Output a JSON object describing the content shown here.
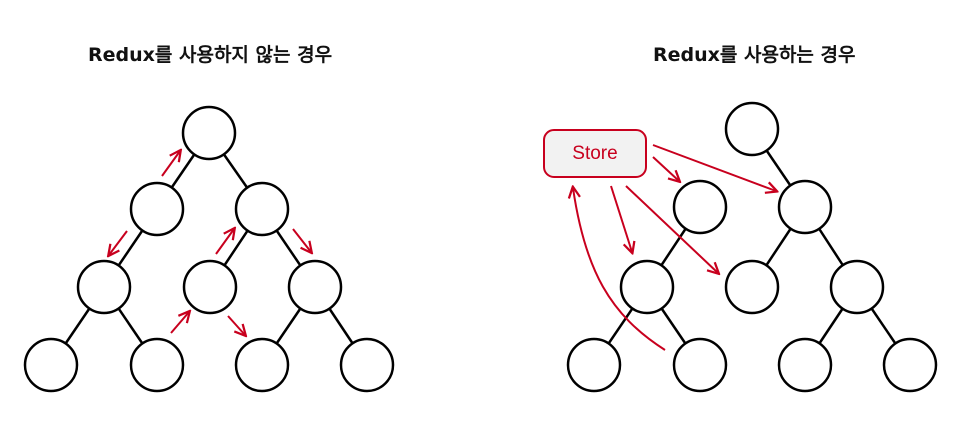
{
  "titles": {
    "left": "Redux를 사용하지 않는 경우",
    "right": "Redux를 사용하는 경우"
  },
  "store": {
    "label": "Store"
  },
  "colors": {
    "node_stroke": "#000000",
    "arrow": "#c8001e",
    "store_fill": "#f2f2f2"
  }
}
